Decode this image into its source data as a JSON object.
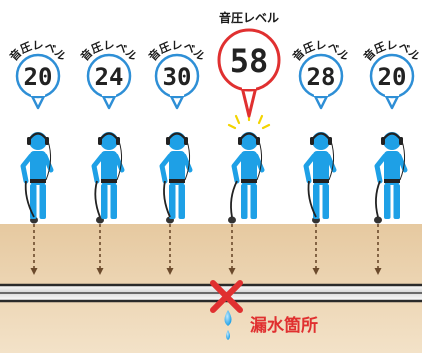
{
  "meter_label": "音圧レベル",
  "workers": [
    {
      "value": "20",
      "peak": false
    },
    {
      "value": "24",
      "peak": false
    },
    {
      "value": "30",
      "peak": false
    },
    {
      "value": "58",
      "peak": true
    },
    {
      "value": "28",
      "peak": false
    },
    {
      "value": "20",
      "peak": false
    }
  ],
  "leak_label": "漏水箇所",
  "colors": {
    "worker_blue": "#1ea0e6",
    "bubble_blue": "#2e8fd6",
    "bubble_red": "#e03030",
    "ground": "#e8cfa8",
    "leak_red": "#e03030"
  }
}
